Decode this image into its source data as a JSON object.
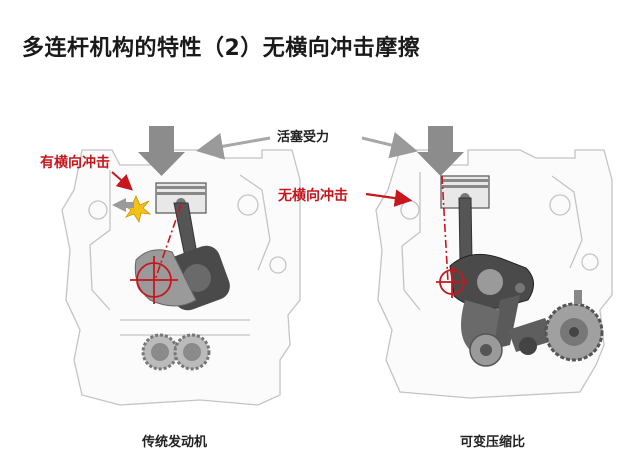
{
  "title": "多连杆机构的特性（2）无横向冲击摩擦",
  "labels": {
    "piston_force": "活塞受力",
    "has_lateral_impact": "有横向冲击",
    "no_lateral_impact": "无横向冲击",
    "traditional_engine": "传统发动机",
    "variable_compression": "可变压缩比"
  },
  "colors": {
    "accent_red": "#c8161d",
    "arrow_gray": "#8c8c8c",
    "line_gray": "#b5b5b5",
    "part_dark": "#3a3a3a"
  }
}
